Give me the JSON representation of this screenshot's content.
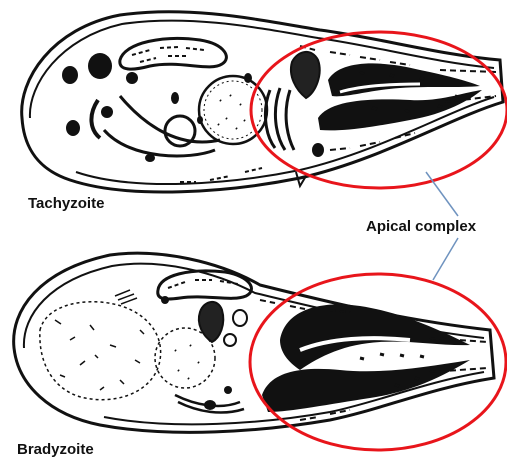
{
  "labels": {
    "tachyzoite": "Tachyzoite",
    "bradyzoite": "Bradyzoite",
    "apical_complex": "Apical complex"
  },
  "colors": {
    "outline": "#111111",
    "highlight_ellipse": "#e8151b",
    "leader_line": "#6f93bf",
    "background": "#ffffff"
  }
}
